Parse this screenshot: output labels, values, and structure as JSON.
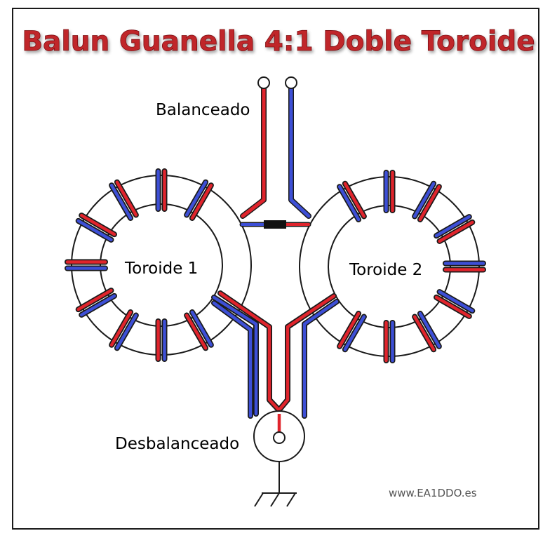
{
  "title": "Balun Guanella 4:1 Doble Toroide",
  "labels": {
    "balanced": "Balanceado",
    "unbalanced": "Desbalanceado",
    "toroid1": "Toroide 1",
    "toroid2": "Toroide 2"
  },
  "credit": "www.EA1DDO.es",
  "colors": {
    "red_wire": "#e0242c",
    "blue_wire": "#3d4fd6",
    "outline": "#1a1a1a",
    "title": "#c0282c"
  }
}
